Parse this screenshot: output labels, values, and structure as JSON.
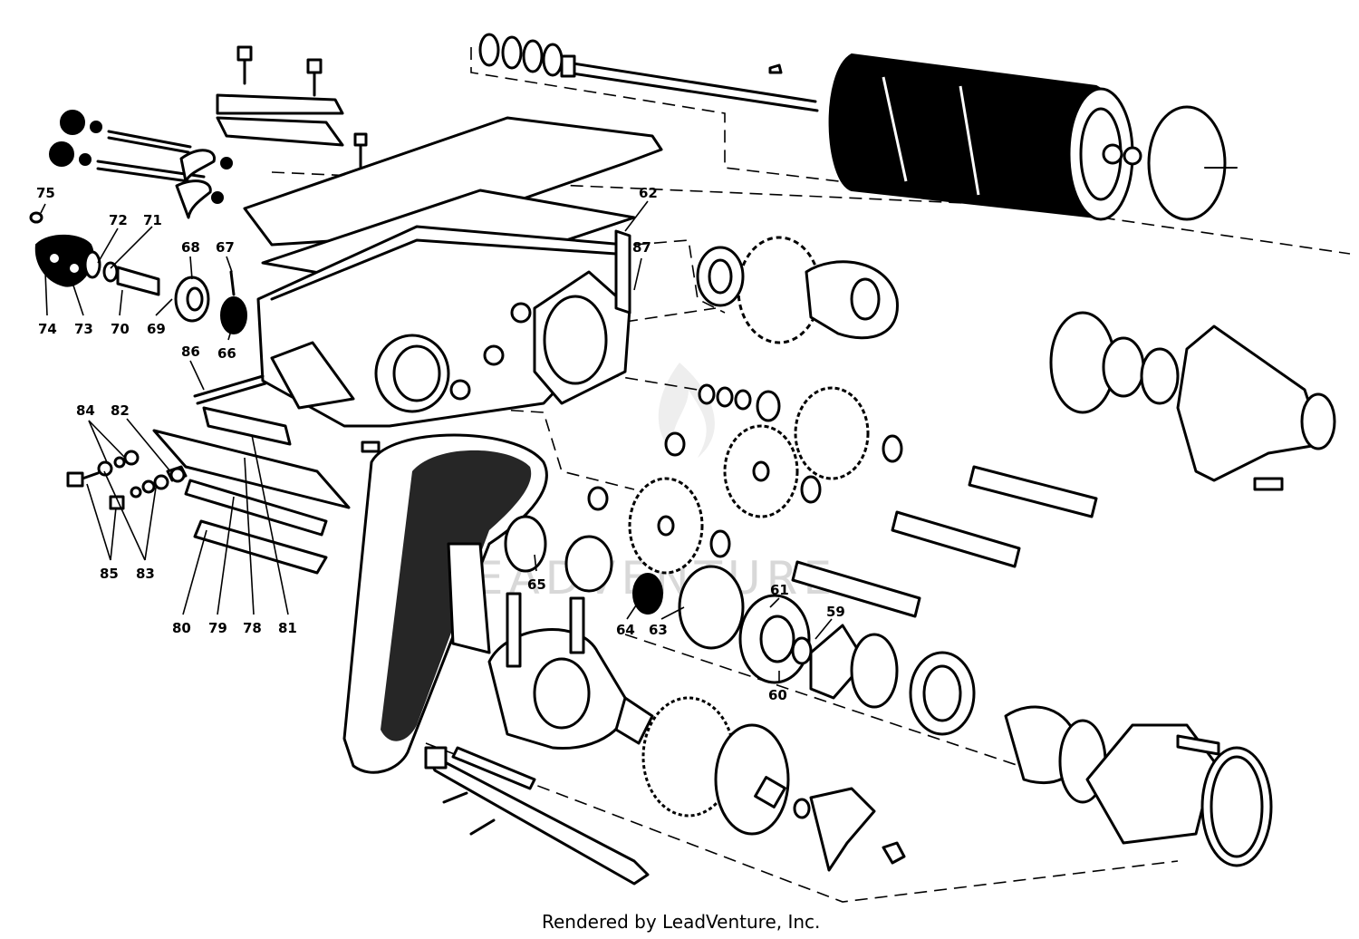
{
  "diagram": {
    "part_labels": [
      {
        "id": "75",
        "text": "75"
      },
      {
        "id": "72",
        "text": "72"
      },
      {
        "id": "71",
        "text": "71"
      },
      {
        "id": "68",
        "text": "68"
      },
      {
        "id": "67",
        "text": "67"
      },
      {
        "id": "62",
        "text": "62"
      },
      {
        "id": "87",
        "text": "87"
      },
      {
        "id": "74",
        "text": "74"
      },
      {
        "id": "73",
        "text": "73"
      },
      {
        "id": "70",
        "text": "70"
      },
      {
        "id": "69",
        "text": "69"
      },
      {
        "id": "66",
        "text": "66"
      },
      {
        "id": "86",
        "text": "86"
      },
      {
        "id": "84",
        "text": "84"
      },
      {
        "id": "82",
        "text": "82"
      },
      {
        "id": "85",
        "text": "85"
      },
      {
        "id": "83",
        "text": "83"
      },
      {
        "id": "80",
        "text": "80"
      },
      {
        "id": "79",
        "text": "79"
      },
      {
        "id": "78",
        "text": "78"
      },
      {
        "id": "81",
        "text": "81"
      },
      {
        "id": "65",
        "text": "65"
      },
      {
        "id": "64",
        "text": "64"
      },
      {
        "id": "63",
        "text": "63"
      },
      {
        "id": "61",
        "text": "61"
      },
      {
        "id": "60",
        "text": "60"
      },
      {
        "id": "59",
        "text": "59"
      }
    ],
    "watermark": "LEADVENTURE"
  },
  "footer": {
    "credit": "Rendered by LeadVenture, Inc."
  },
  "colors": {
    "ink": "#000000",
    "paper": "#ffffff",
    "watermark": "#d8d8d8"
  }
}
